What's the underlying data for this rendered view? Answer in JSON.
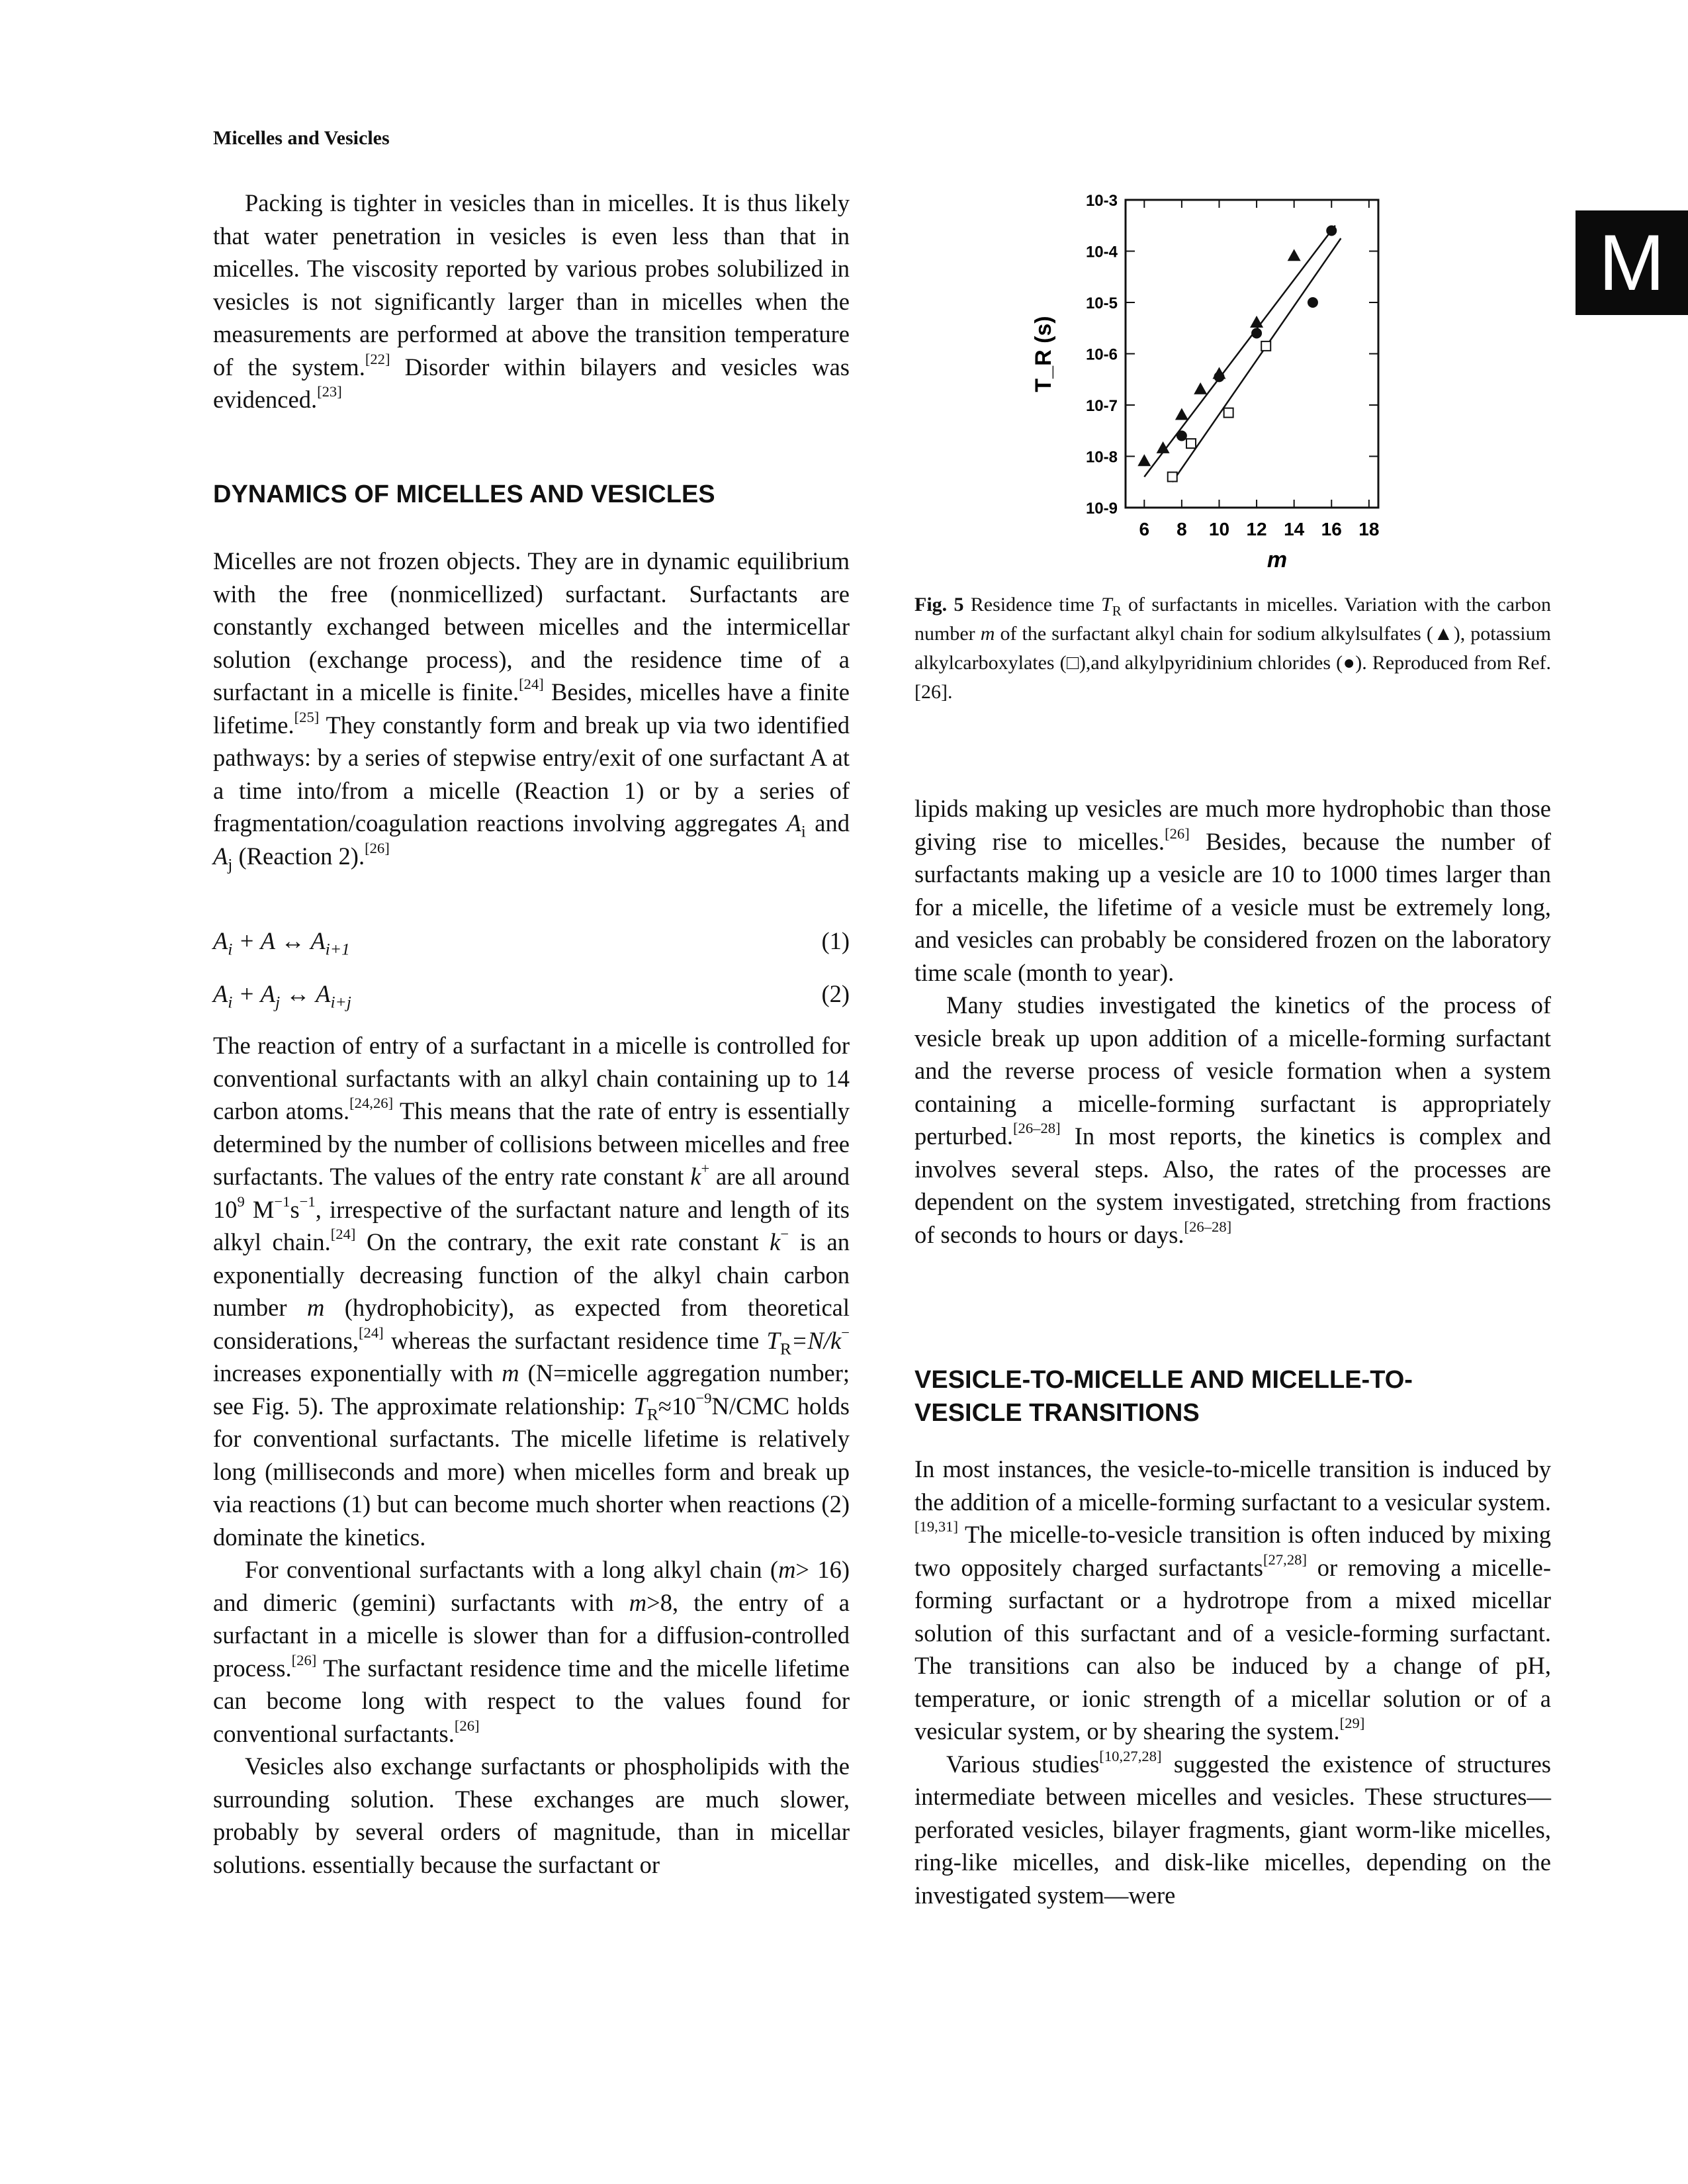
{
  "running_head": "Micelles and Vesicles",
  "tab_letter": "M",
  "left_column": {
    "p1": "Packing is tighter in vesicles than in micelles. It is thus likely that water penetration in vesicles is even less than that in micelles. The viscosity reported by various probes solubilized in vesicles is not significantly larger than in micelles when the measurements are performed at above the transition temperature of the system.",
    "p1_ref1": "[22]",
    "p1_b": " Disorder within bilayers and vesicles was evidenced.",
    "p1_ref2": "[23]",
    "heading1": "DYNAMICS OF MICELLES AND VESICLES",
    "p2_a": "Micelles are not frozen objects. They are in dynamic equilibrium with the free (nonmicellized) surfactant. Surfactants are constantly exchanged between micelles and the intermicellar solution (exchange process), and the residence time of a surfactant in a micelle is finite.",
    "p2_ref1": "[24]",
    "p2_b": " Besides, micelles have a finite lifetime.",
    "p2_ref2": "[25]",
    "p2_c": " They constantly form and break up via two identified pathways: by a series of stepwise entry/exit of one surfactant A at a time into/from a micelle (Reaction 1) or by a series of fragmentation/coagulation reactions involving aggregates ",
    "p2_ai": "A",
    "p2_i": "i",
    "p2_and": " and ",
    "p2_aj": "A",
    "p2_j": "j",
    "p2_d": " (Reaction 2).",
    "p2_ref3": "[26]",
    "eq1_a": "A",
    "eq1_b": "i",
    "eq1_c": " + A ↔ A",
    "eq1_d": "i+1",
    "eq1_num": "(1)",
    "eq2_a": "A",
    "eq2_b": "i",
    "eq2_c": " + A",
    "eq2_d": "j",
    "eq2_e": " ↔ A",
    "eq2_f": "i+j",
    "eq2_num": "(2)",
    "p3_a": "The reaction of entry of a surfactant in a micelle is controlled for conventional surfactants with an alkyl chain containing up to 14 carbon atoms.",
    "p3_ref1": "[24,26]",
    "p3_b": " This means that the rate of entry is essentially determined by the number of collisions between micelles and free surfactants. The values of the entry rate constant ",
    "p3_k": "k",
    "p3_plus": "+",
    "p3_c": " are all around 10",
    "p3_9": "9",
    "p3_d": " M",
    "p3_m1a": "−1",
    "p3_e": "s",
    "p3_m1b": "−1",
    "p3_f": ", irrespective of the surfactant nature and length of its alkyl chain.",
    "p3_ref2": "[24]",
    "p3_g": " On the contrary, the exit rate constant ",
    "p3_k2": "k",
    "p3_minus": "−",
    "p3_h": " is an exponentially decreasing function of the alkyl chain carbon number ",
    "p3_m": "m",
    "p3_i": " (hydrophobicity), as expected from theoretical considerations,",
    "p3_ref3": "[24]",
    "p3_j": " whereas the surfactant residence time ",
    "p3_tr": "T",
    "p3_R": "R",
    "p3_eq": "=N/k",
    "p3_minus2": "−",
    "p3_k_": " increases exponentially with ",
    "p3_m2": "m",
    "p3_l": " (N=micelle aggregation number; see Fig. 5). The approximate relationship: ",
    "p3_tr2": "T",
    "p3_R2": "R",
    "p3_n": "≈10",
    "p3_m9": "−9",
    "p3_o": "N/CMC holds for conventional surfactants. The micelle lifetime is relatively long (milliseconds and more) when micelles form and break up via reactions (1) but can become much shorter when reactions (2) dominate the kinetics.",
    "p4_a": "For conventional surfactants with a long alkyl chain (",
    "p4_m": "m",
    "p4_b": "> 16) and dimeric (gemini) surfactants with ",
    "p4_m2": "m",
    "p4_c": ">8, the entry of a surfactant in a micelle is slower than for a diffusion-controlled process.",
    "p4_ref1": "[26]",
    "p4_d": " The surfactant residence time and the micelle lifetime can become long with respect to the values found for conventional surfactants.",
    "p4_ref2": "[26]",
    "p5": "Vesicles also exchange surfactants or phospholipids with the surrounding solution. These exchanges are much slower, probably by several orders of magnitude, than in micellar solutions. essentially because the surfactant or"
  },
  "figure": {
    "caption_label": "Fig. 5",
    "caption_a": "  Residence time ",
    "caption_tr": "T",
    "caption_R": "R",
    "caption_b": " of surfactants in micelles. Variation with the carbon number ",
    "caption_m": "m",
    "caption_c": " of the surfactant alkyl chain for sodium alkylsulfates ",
    "caption_triangle": "(▲)",
    "caption_d": ", potassium alkylcarboxylates ",
    "caption_square": "(□)",
    "caption_e": ",and alkylpyridinium chlorides (●). Reproduced from Ref. [26]."
  },
  "chart_data": {
    "type": "scatter",
    "xlabel": "m",
    "ylabel": "T_R (s)",
    "xlim": [
      5,
      18.5
    ],
    "ylim_log10": [
      -9,
      -3
    ],
    "log_y": true,
    "x_ticks": [
      6,
      8,
      10,
      12,
      14,
      16,
      18
    ],
    "y_tick_labels": [
      "10-3",
      "10-4",
      "10-5",
      "10-6",
      "10-7",
      "10-8",
      "10-9"
    ],
    "y_tick_exponents": [
      -3,
      -4,
      -5,
      -6,
      -7,
      -8,
      -9
    ],
    "series": [
      {
        "marker": "triangle",
        "points": [
          [
            6,
            -8.1
          ],
          [
            7,
            -7.85
          ],
          [
            8,
            -7.2
          ],
          [
            9,
            -6.7
          ],
          [
            10,
            -6.4
          ],
          [
            12,
            -5.4
          ],
          [
            14,
            -4.1
          ]
        ]
      },
      {
        "marker": "circle",
        "points": [
          [
            8,
            -7.6
          ],
          [
            10,
            -6.45
          ],
          [
            12,
            -5.6
          ],
          [
            15,
            -5.0
          ],
          [
            16,
            -3.6
          ]
        ]
      },
      {
        "marker": "square",
        "points": [
          [
            7.5,
            -8.4
          ],
          [
            8.5,
            -7.75
          ],
          [
            10.5,
            -7.15
          ],
          [
            12.5,
            -5.85
          ]
        ]
      }
    ],
    "fit_lines": [
      {
        "from": [
          6,
          -8.4
        ],
        "to": [
          16.2,
          -3.5
        ]
      },
      {
        "from": [
          7.5,
          -8.5
        ],
        "to": [
          16.5,
          -3.75
        ]
      }
    ]
  },
  "right_column": {
    "p1_a": "lipids making up vesicles are much more hydrophobic than those giving rise to micelles.",
    "p1_ref1": "[26]",
    "p1_b": " Besides, because the number of surfactants making up a vesicle are 10 to 1000 times larger than for a micelle, the lifetime of a vesicle must be extremely long, and vesicles can probably be considered frozen on the laboratory time scale (month to year).",
    "p2_a": "Many studies investigated the kinetics of the process of vesicle break up upon addition of a micelle-forming surfactant and the reverse process of vesicle formation when a system containing a micelle-forming surfactant is appropriately perturbed.",
    "p2_ref1": "[26–28]",
    "p2_b": " In most reports, the kinetics is complex and involves several steps. Also, the rates of the processes are dependent on the system investigated, stretching from fractions of seconds to hours or days.",
    "p2_ref2": "[26–28]",
    "heading2_line1": "VESICLE-TO-MICELLE AND MICELLE-TO-",
    "heading2_line2": "VESICLE TRANSITIONS",
    "p3_a": "In most instances, the vesicle-to-micelle transition is induced by the addition of a micelle-forming surfactant to a vesicular system.",
    "p3_ref1": "[19,31]",
    "p3_b": " The micelle-to-vesicle transition is often induced by mixing two oppositely charged surfactants",
    "p3_ref2": "[27,28]",
    "p3_c": " or removing a micelle-forming surfactant or a hydrotrope from a mixed micellar solution of this surfactant and of a vesicle-forming surfactant. The transitions can also be induced by a change of pH, temperature, or ionic strength of a micellar solution or of a vesicular system, or by shearing the system.",
    "p3_ref3": "[29]",
    "p4_a": "Various studies",
    "p4_ref1": "[10,27,28]",
    "p4_b": " suggested the existence of structures intermediate between micelles and vesicles. These structures—perforated vesicles, bilayer fragments, giant worm-like micelles, ring-like micelles, and disk-like micelles, depending on the investigated system—were"
  }
}
